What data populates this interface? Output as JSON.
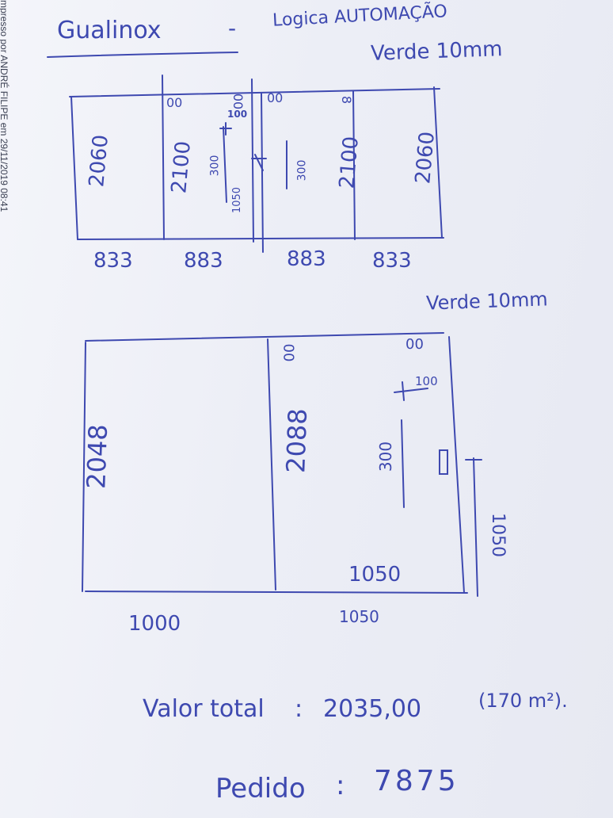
{
  "stamp": "mpresso por ANDRÉ FILIPE em 29/11/2019 08:41",
  "header": {
    "client": "Gualinox",
    "separator": "-",
    "product": "Logica AUTOMAÇÃO",
    "glass_top": "Verde 10mm"
  },
  "plan_top": {
    "heights": [
      "2060",
      "2100",
      "2100",
      "2060"
    ],
    "panel_marks": [
      "00",
      "00",
      "00",
      "8"
    ],
    "handle_label": "100",
    "handle_height": "300",
    "handle_height_2": "300",
    "handle_offset": "1050",
    "widths": [
      "833",
      "883",
      "883",
      "833"
    ]
  },
  "glass_bottom": "Verde 10mm",
  "plan_bottom": {
    "heights": [
      "2048",
      "2088"
    ],
    "panel_marks": [
      "00",
      "00"
    ],
    "handle_label": "100",
    "handle_height": "300",
    "side_height": "1050",
    "inner_width": "1050",
    "widths": [
      "1000",
      "1050"
    ]
  },
  "footer": {
    "total_label": "Valor total",
    "total_value": "2035,00",
    "area": "(170 m²).",
    "order_label": "Pedido",
    "order_number": "7875"
  }
}
